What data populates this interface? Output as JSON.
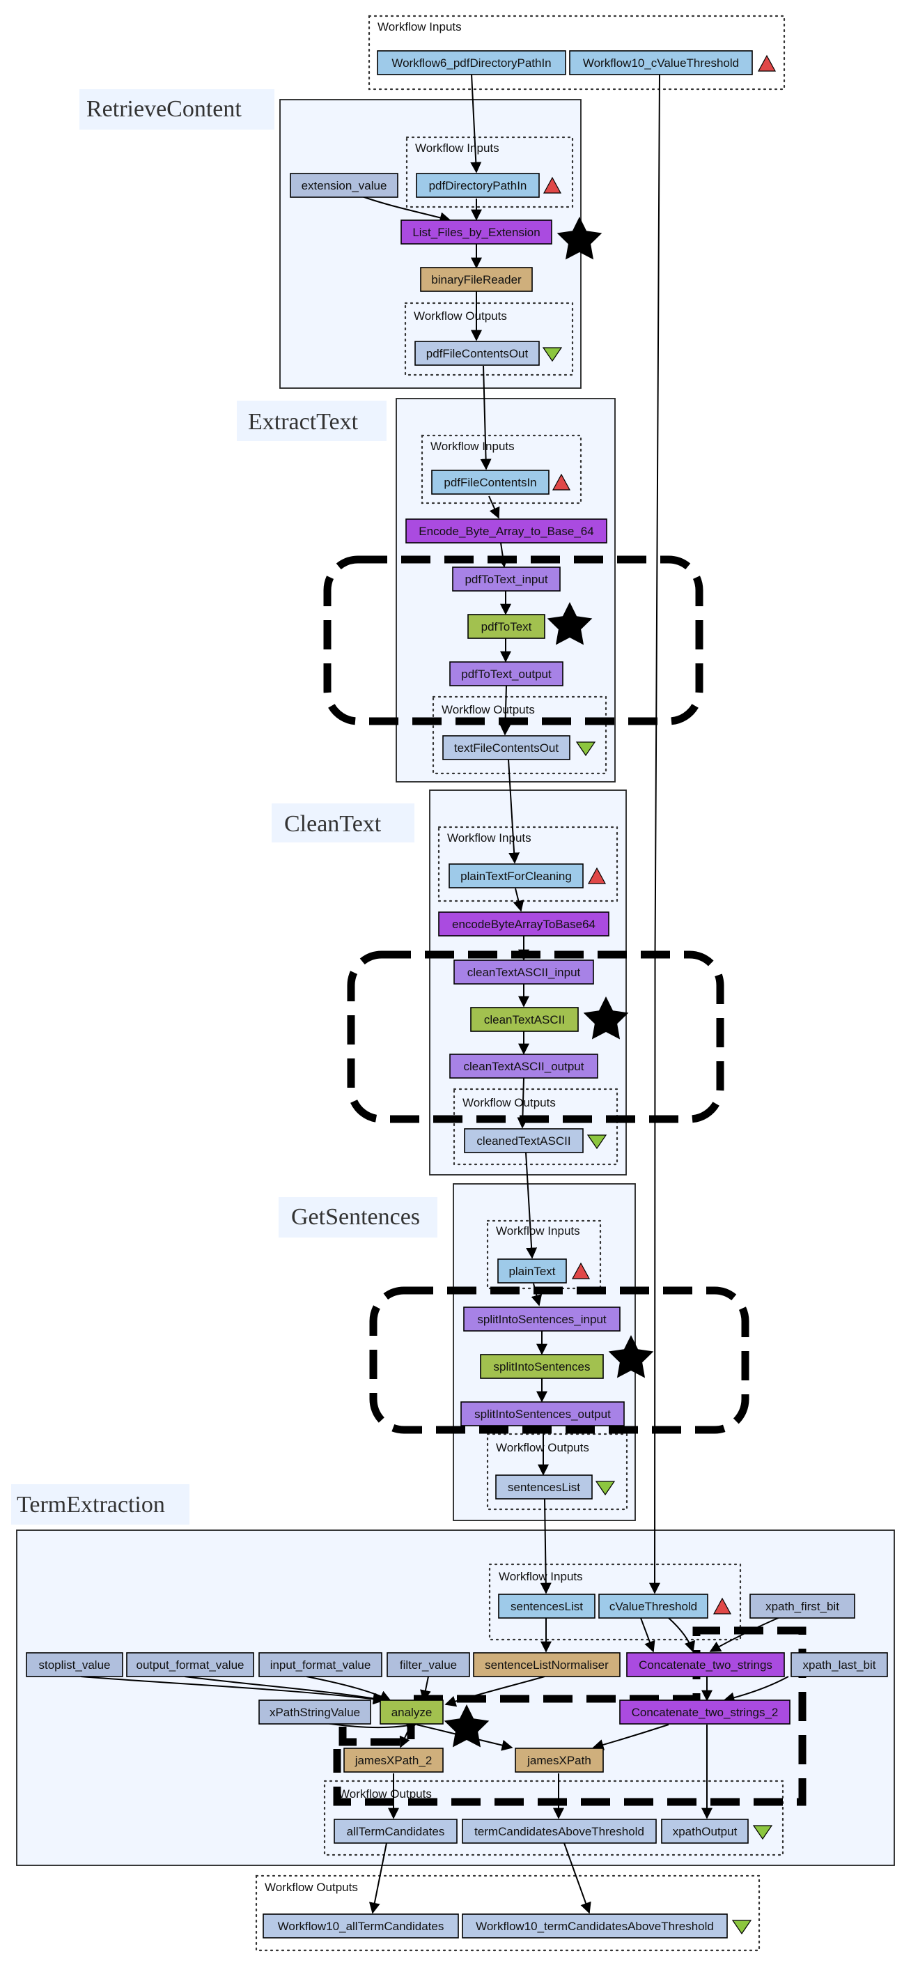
{
  "colors": {
    "input_port": "#9ecae9",
    "output_port": "#b7c9e6",
    "constant": "#b0bfdd",
    "beanshell": "#aa4be0",
    "service": "#a2c14f",
    "local_worker": "#a782e6",
    "tool": "#cfaf7c",
    "subworkflow_bg": "#f1f6ff",
    "input_marker": "#e04848",
    "output_marker": "#8cc63f"
  },
  "labels": {
    "workflow_inputs": "Workflow Inputs",
    "workflow_outputs": "Workflow Outputs"
  },
  "top_inputs": {
    "pdf_directory": "Workflow6_pdfDirectoryPathIn",
    "c_value": "Workflow10_cValueThreshold"
  },
  "retrieve": {
    "title": "RetrieveContent",
    "extension_value": "extension_value",
    "pdf_directory_in": "pdfDirectoryPathIn",
    "list_files": "List_Files_by_Extension",
    "binary_reader": "binaryFileReader",
    "pdf_contents_out": "pdfFileContentsOut"
  },
  "extract": {
    "title": "ExtractText",
    "pdf_contents_in": "pdfFileContentsIn",
    "encode": "Encode_Byte_Array_to_Base_64",
    "pdf_to_text_input": "pdfToText_input",
    "pdf_to_text": "pdfToText",
    "pdf_to_text_output": "pdfToText_output",
    "text_contents_out": "textFileContentsOut"
  },
  "clean": {
    "title": "CleanText",
    "plain_text_for_cleaning": "plainTextForCleaning",
    "encode": "encodeByteArrayToBase64",
    "clean_input": "cleanTextASCII_input",
    "clean_service": "cleanTextASCII",
    "clean_output": "cleanTextASCII_output",
    "cleaned_out": "cleanedTextASCII"
  },
  "sentences": {
    "title": "GetSentences",
    "plain_text": "plainText",
    "split_input": "splitIntoSentences_input",
    "split_service": "splitIntoSentences",
    "split_output": "splitIntoSentences_output",
    "sentences_out": "sentencesList"
  },
  "terms": {
    "title": "TermExtraction",
    "sentences_in": "sentencesList",
    "c_value_in": "cValueThreshold",
    "xpath_first_bit": "xpath_first_bit",
    "stoplist_value": "stoplist_value",
    "output_format_value": "output_format_value",
    "input_format_value": "input_format_value",
    "filter_value": "filter_value",
    "normaliser": "sentenceListNormaliser",
    "concat1": "Concatenate_two_strings",
    "xpath_last_bit": "xpath_last_bit",
    "xpath_string_value": "xPathStringValue",
    "analyze": "analyze",
    "concat2": "Concatenate_two_strings_2",
    "james_xpath_2": "jamesXPath_2",
    "james_xpath": "jamesXPath",
    "all_terms_out": "allTermCandidates",
    "above_threshold_out": "termCandidatesAboveThreshold",
    "xpath_out": "xpathOutput"
  },
  "final_outputs": {
    "all_terms": "Workflow10_allTermCandidates",
    "above_threshold": "Workflow10_termCandidatesAboveThreshold"
  }
}
